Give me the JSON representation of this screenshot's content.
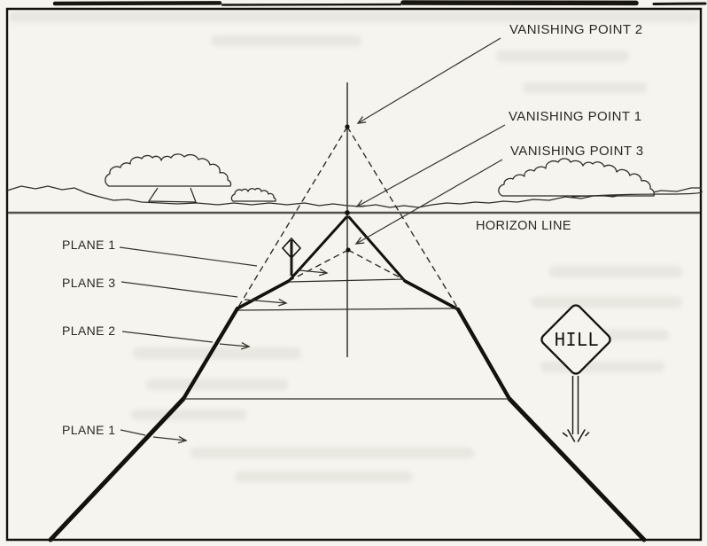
{
  "labels": {
    "vanishing_point_2": "VANISHING POINT 2",
    "vanishing_point_1": "VANISHING POINT 1",
    "vanishing_point_3": "VANISHING POINT 3",
    "horizon_line": "HORIZON LINE",
    "plane_1_upper": "PLANE 1",
    "plane_3": "PLANE 3",
    "plane_2": "PLANE 2",
    "plane_1_lower": "PLANE 1",
    "hill_sign": "HILL"
  },
  "colors": {
    "paper": "#f5f4ef",
    "ink": "#26231d",
    "horizon": "#55524b"
  }
}
